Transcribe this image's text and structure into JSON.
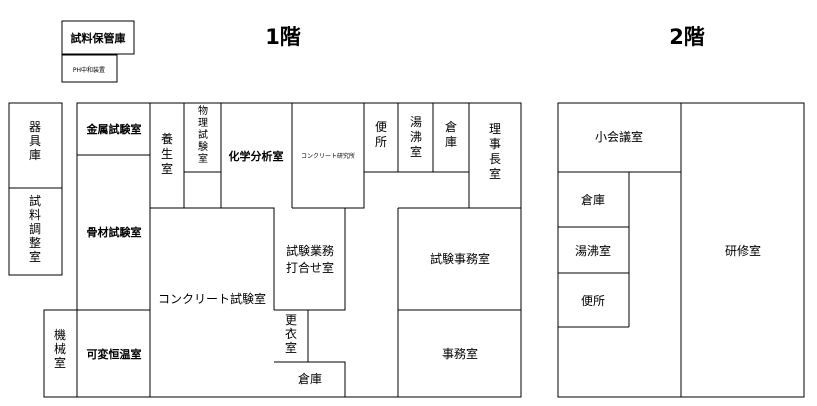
{
  "headings": {
    "floor1": "1階",
    "floor2": "2階"
  },
  "rooms": {
    "sample_storage": "試料保管庫",
    "ph_neutralizer": "PH中和装置",
    "equipment_store": "器\n具\n庫",
    "sample_prep": "試\n料\n調\n整\n室",
    "metal_test": "金属試験室",
    "aggregate_test": "骨材試験室",
    "machine_room": "機\n械\n室",
    "variable_temp": "可変恒温室",
    "curing": "養\n生\n室",
    "physics_test": "物\n理\n試\n験\n室",
    "chemistry": "化学分析室",
    "concrete_lab": "コンクリート研究所",
    "toilet_1f": "便\n所",
    "kettle_1f": "湯\n沸\n室",
    "storage_1f_small": "倉\n庫",
    "director": "理\n事\n長\n室",
    "concrete_test": "コンクリート試験室",
    "meeting_test": "試験業務\n打合せ室",
    "changing": "更\n衣\n室",
    "storage_1f": "倉庫",
    "test_office": "試験事務室",
    "office": "事務室",
    "small_meeting": "小会議室",
    "storage_2f": "倉庫",
    "kettle_2f": "湯沸室",
    "toilet_2f": "便所",
    "training": "研修室"
  },
  "colors": {
    "line": "#000000",
    "background": "#ffffff"
  }
}
